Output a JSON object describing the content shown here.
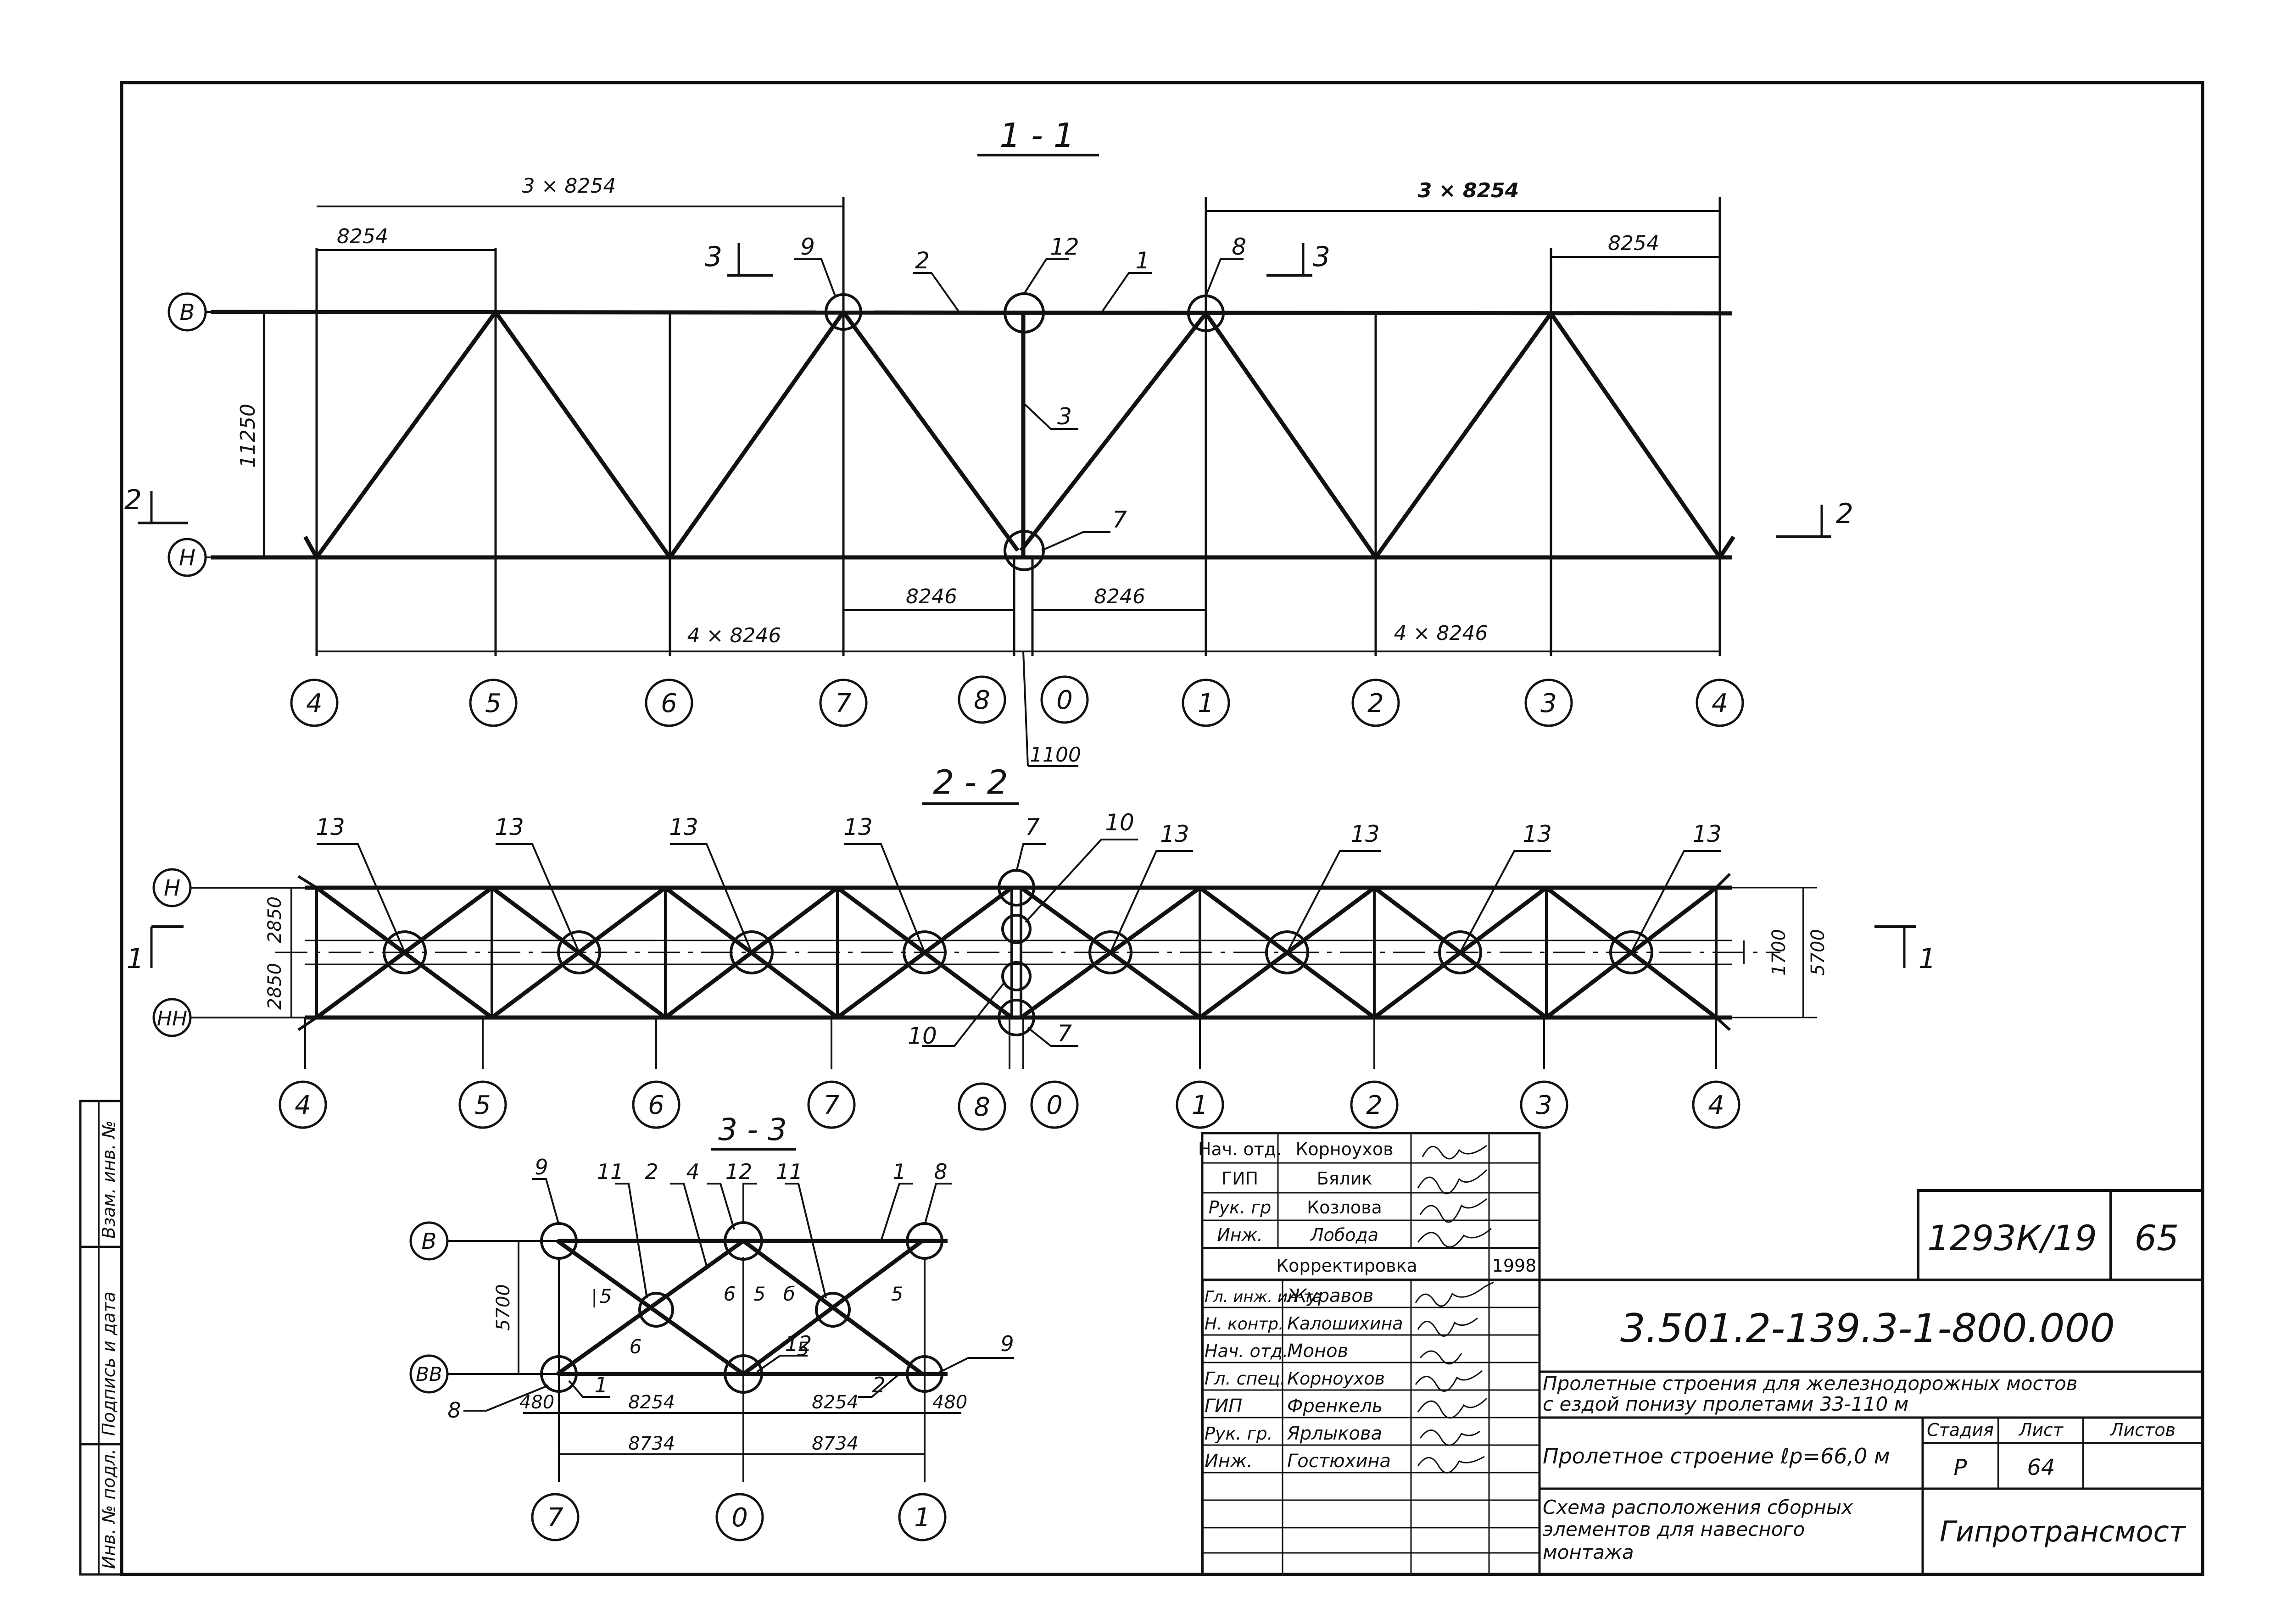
{
  "views": {
    "v11": {
      "title": "1 - 1",
      "dim_top_left": "3 × 8254",
      "dim_top_left_sub": "8254",
      "dim_top_right": "3 × 8254",
      "dim_top_right_sub": "8254",
      "height": "11250",
      "dim_center_left": "8246",
      "dim_center_right": "8246",
      "dim_bottom_left": "4 × 8246",
      "dim_bottom_right": "4 × 8246",
      "gap": "1100",
      "row_top": "В",
      "row_bottom": "Н",
      "section_left": "3",
      "section_right": "3",
      "section_side": "2",
      "callouts": [
        "9",
        "2",
        "12",
        "1",
        "8",
        "3",
        "7"
      ],
      "axes": [
        "4",
        "5",
        "6",
        "7",
        "8",
        "0",
        "1",
        "2",
        "3",
        "4"
      ]
    },
    "v22": {
      "title": "2 - 2",
      "row_top": "Н",
      "row_bottom": "НН",
      "half_top": "2850",
      "half_bottom": "2850",
      "inner": "1700",
      "total": "5700",
      "section_side": "1",
      "node_callout": "13",
      "callout_7": "7",
      "callout_10": "10",
      "axes": [
        "4",
        "5",
        "6",
        "7",
        "8",
        "0",
        "1",
        "2",
        "3",
        "4"
      ]
    },
    "v33": {
      "title": "3 - 3",
      "row_top": "В",
      "row_bottom": "ВВ",
      "height": "5700",
      "top_callouts": [
        "9",
        "11",
        "2",
        "4",
        "12",
        "11",
        "1",
        "8"
      ],
      "inner_labels": [
        "5",
        "6",
        "6",
        "5",
        "б",
        "5",
        "5"
      ],
      "bottom_callouts": [
        "8",
        "1",
        "12",
        "2",
        "9"
      ],
      "dims_row1": [
        "480",
        "8254",
        "8254",
        "480"
      ],
      "dims_row2": [
        "8734",
        "8734"
      ],
      "axes": [
        "7",
        "0",
        "1"
      ]
    }
  },
  "side_stamp": [
    "Инв. № подл.",
    "Подпись и дата",
    "Взам. инв. №"
  ],
  "revision": {
    "rows": [
      [
        "Нач. отд.",
        "Корноухов"
      ],
      [
        "ГИП",
        "Бялик"
      ],
      [
        "Рук. гр",
        "Козлова"
      ],
      [
        "Инж.",
        "Лобода"
      ]
    ],
    "label": "Корректировка",
    "year": "1998"
  },
  "title_block": {
    "doc_code": "1293К/19",
    "page_no": "65",
    "designation": "3.501.2-139.3-1-800.000",
    "project_line1": "Пролетные строения для железнодорожных мостов",
    "project_line2": "с ездой понизу     пролетами     33-110 м",
    "object": "Пролетное строение ℓр=66,0 м",
    "stage_h": "Стадия",
    "sheet_h": "Лист",
    "sheets_h": "Листов",
    "stage": "Р",
    "sheet": "64",
    "sheets": "",
    "drawing_line1": "Схема расположения сборных",
    "drawing_line2": "элементов для навесного",
    "drawing_line3": "монтажа",
    "org": "Гипротрансмост",
    "signatures": [
      [
        "Гл. инж. ин-та",
        "Журавов"
      ],
      [
        "Н. контр.",
        "Калошихина"
      ],
      [
        "Нач. отд.",
        "Монов"
      ],
      [
        "Гл. спец.",
        "Корноухов"
      ],
      [
        "ГИП",
        "Френкель"
      ],
      [
        "Рук. гр.",
        "Ярлыкова"
      ],
      [
        "Инж.",
        "Гостюхина"
      ]
    ]
  }
}
